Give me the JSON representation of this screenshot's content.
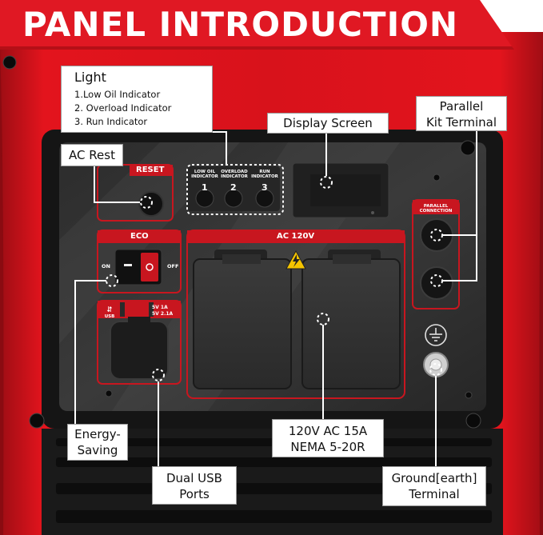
{
  "title": "PANEL INTRODUCTION",
  "colors": {
    "brand_red": "#e4111b",
    "panel_black": "#2a2a2a",
    "panel_red": "#c8161f",
    "banner_red": "#e01823"
  },
  "callouts": {
    "light": {
      "title": "Light",
      "items": [
        "1.Low Oil Indicator",
        "2. Overload Indicator",
        "3. Run Indicator"
      ]
    },
    "display_screen": "Display Screen",
    "ac_rest": "AC Rest",
    "parallel": [
      "Parallel",
      "Kit Terminal"
    ],
    "energy_saving": [
      "Energy-",
      "Saving"
    ],
    "dual_usb": [
      "Dual USB",
      "Ports"
    ],
    "ac_outlet": [
      "120V AC 15A",
      "NEMA 5-20R"
    ],
    "ground": [
      "Ground[earth]",
      "Terminal"
    ]
  },
  "panel": {
    "reset": "RESET",
    "eco": "ECO",
    "on": "ON",
    "off": "OFF",
    "ac120": "AC 120V",
    "parallel_connection": [
      "PARALLEL",
      "CONNECTION"
    ],
    "indicators": [
      {
        "label": [
          "LOW OIL",
          "INDICATOR"
        ],
        "num": "1"
      },
      {
        "label": [
          "OVERLOAD",
          "INDICATOR"
        ],
        "num": "2"
      },
      {
        "label": [
          "RUN",
          "INDICATOR"
        ],
        "num": "3"
      }
    ],
    "usb_label": [
      "5V 1A",
      "5V 2.1A"
    ],
    "usb_icon_label": "USB"
  },
  "icons": [
    "warning-triangle-icon",
    "ground-icon",
    "usb-icon"
  ]
}
